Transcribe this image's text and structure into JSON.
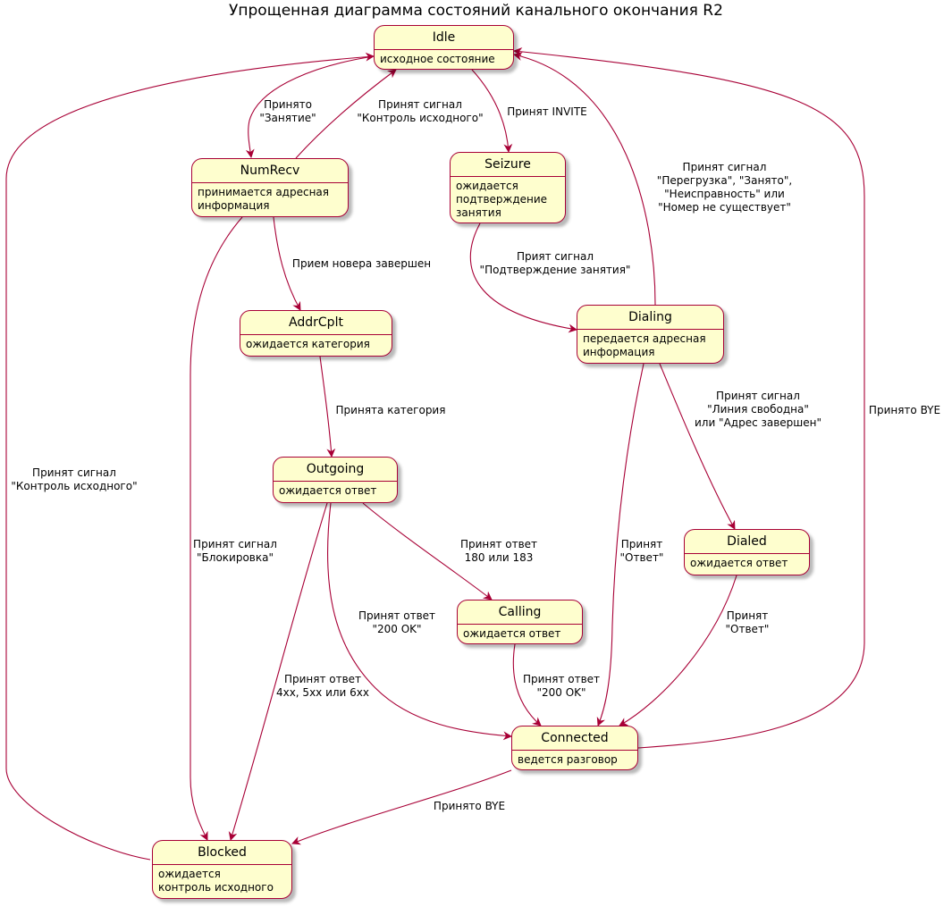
{
  "title": "Упрощенная диаграмма состояний канального окончания R2",
  "colors": {
    "state_fill": "#FEFECE",
    "border": "#A80036",
    "edge": "#A80036"
  },
  "states": {
    "idle": {
      "name": "Idle",
      "desc": "исходное состояние"
    },
    "numrecv": {
      "name": "NumRecv",
      "desc": "принимается адресная\nинформация"
    },
    "seizure": {
      "name": "Seizure",
      "desc": "ожидается\nподтверждение\nзанятия"
    },
    "addrcplt": {
      "name": "AddrCplt",
      "desc": "ожидается категория"
    },
    "dialing": {
      "name": "Dialing",
      "desc": "передается адресная\nинформация"
    },
    "outgoing": {
      "name": "Outgoing",
      "desc": "ожидается ответ"
    },
    "dialed": {
      "name": "Dialed",
      "desc": "ожидается ответ"
    },
    "calling": {
      "name": "Calling",
      "desc": "ожидается ответ"
    },
    "connected": {
      "name": "Connected",
      "desc": "ведется разговор"
    },
    "blocked": {
      "name": "Blocked",
      "desc": "ожидается\nконтроль исходного"
    }
  },
  "transitions": {
    "idle_numrecv": "Принято\n\"Занятие\"",
    "numrecv_idle": "Принят сигнал\n\"Контроль исходного\"",
    "idle_seizure": "Принят INVITE",
    "dialing_idle": "Принят сигнал\n\"Перегрузка\", \"Занято\",\n\"Неисправность\" или\n\"Номер не существует\"",
    "seizure_dialing": "Прият сигнал\n\"Подтверждение занятия\"",
    "numrecv_addrcplt": "Прием новера завершен",
    "addrcplt_outgoing": "Принята категория",
    "dialing_dialed": "Принят сигнал\n\"Линия свободна\"\nили \"Адрес завершен\"",
    "connected_idle": "Принято BYE",
    "blocked_idle": "Принят сигнал\n\"Контроль исходного\"",
    "numrecv_blocked": "Принят сигнал\n\"Блокировка\"",
    "outgoing_calling": "Принят ответ\n180 или 183",
    "dialing_connected": "Принят\n\"Ответ\"",
    "outgoing_connected": "Принят ответ\n\"200 OK\"",
    "dialed_connected": "Принят\n\"Ответ\"",
    "outgoing_blocked": "Принят ответ\n4xx, 5xx или 6xx",
    "calling_connected": "Принят ответ\n\"200 OK\"",
    "connected_blocked": "Принято BYE"
  }
}
